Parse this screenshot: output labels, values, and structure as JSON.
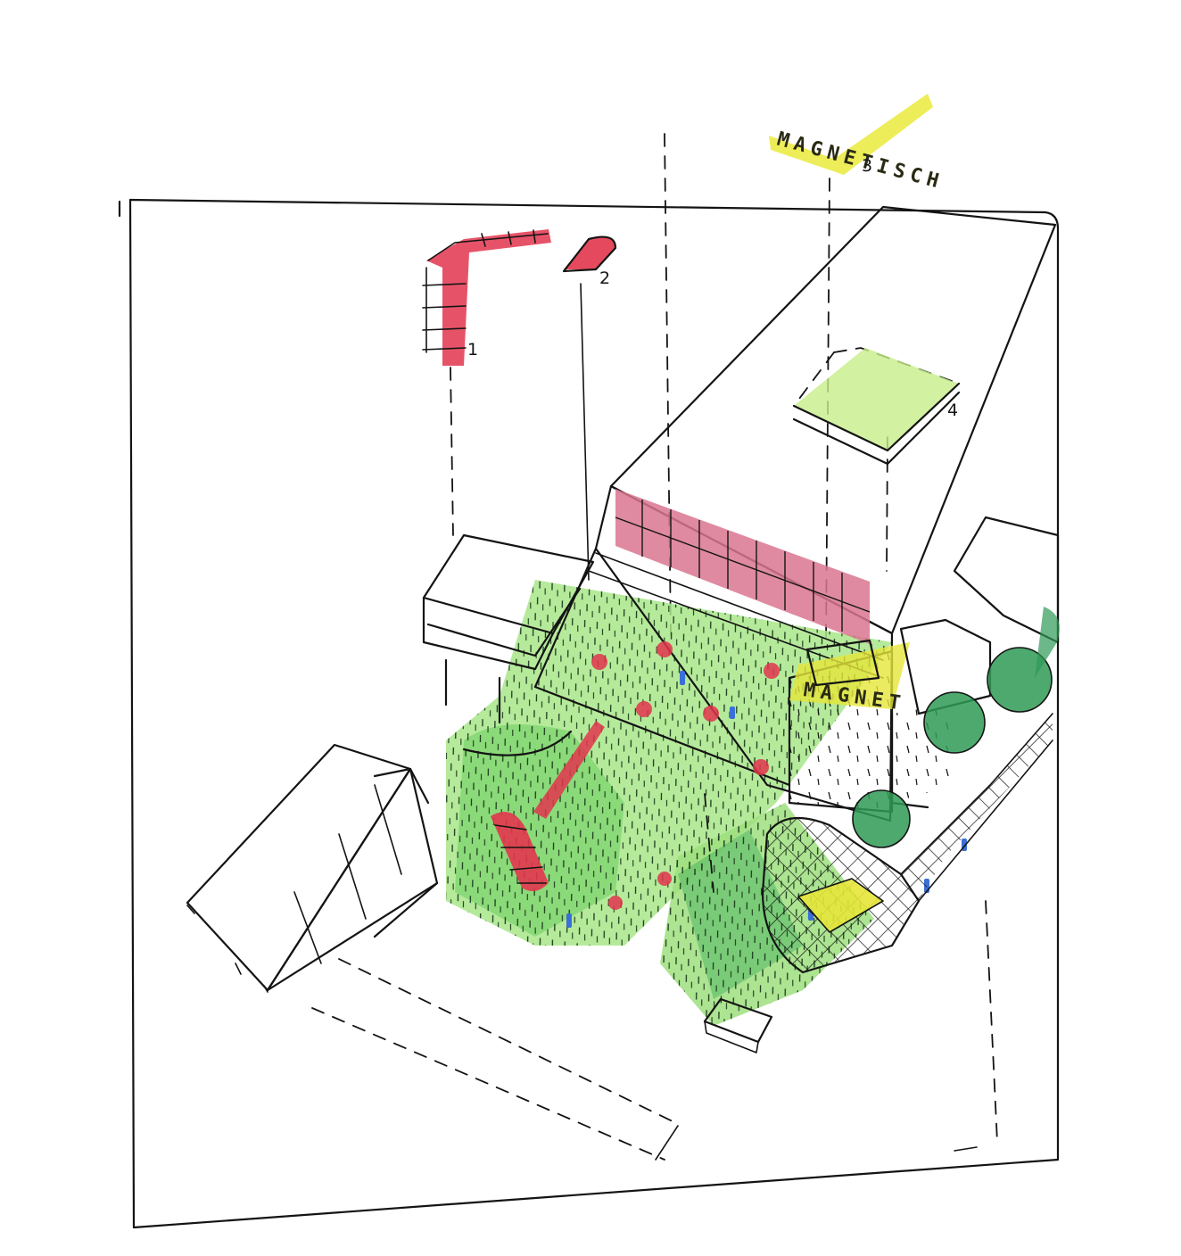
{
  "sketch": {
    "callouts": [
      {
        "id": "callout-1",
        "text": "1"
      },
      {
        "id": "callout-2",
        "text": "2"
      },
      {
        "id": "callout-3",
        "text": "3"
      },
      {
        "id": "callout-4",
        "text": "4"
      }
    ],
    "handwritten_words": [
      {
        "id": "magnetisch-top",
        "text": "MAGNETISCH"
      },
      {
        "id": "magnetisch-sign",
        "text": "MAGNET"
      }
    ],
    "palette": {
      "ink": "#141414",
      "red": "#d9304a",
      "pink": "#cf5a7a",
      "green_light": "#8fdc6a",
      "green_dark": "#2f9a55",
      "yellow": "#e6e63a",
      "blue": "#3a6fd8"
    }
  }
}
